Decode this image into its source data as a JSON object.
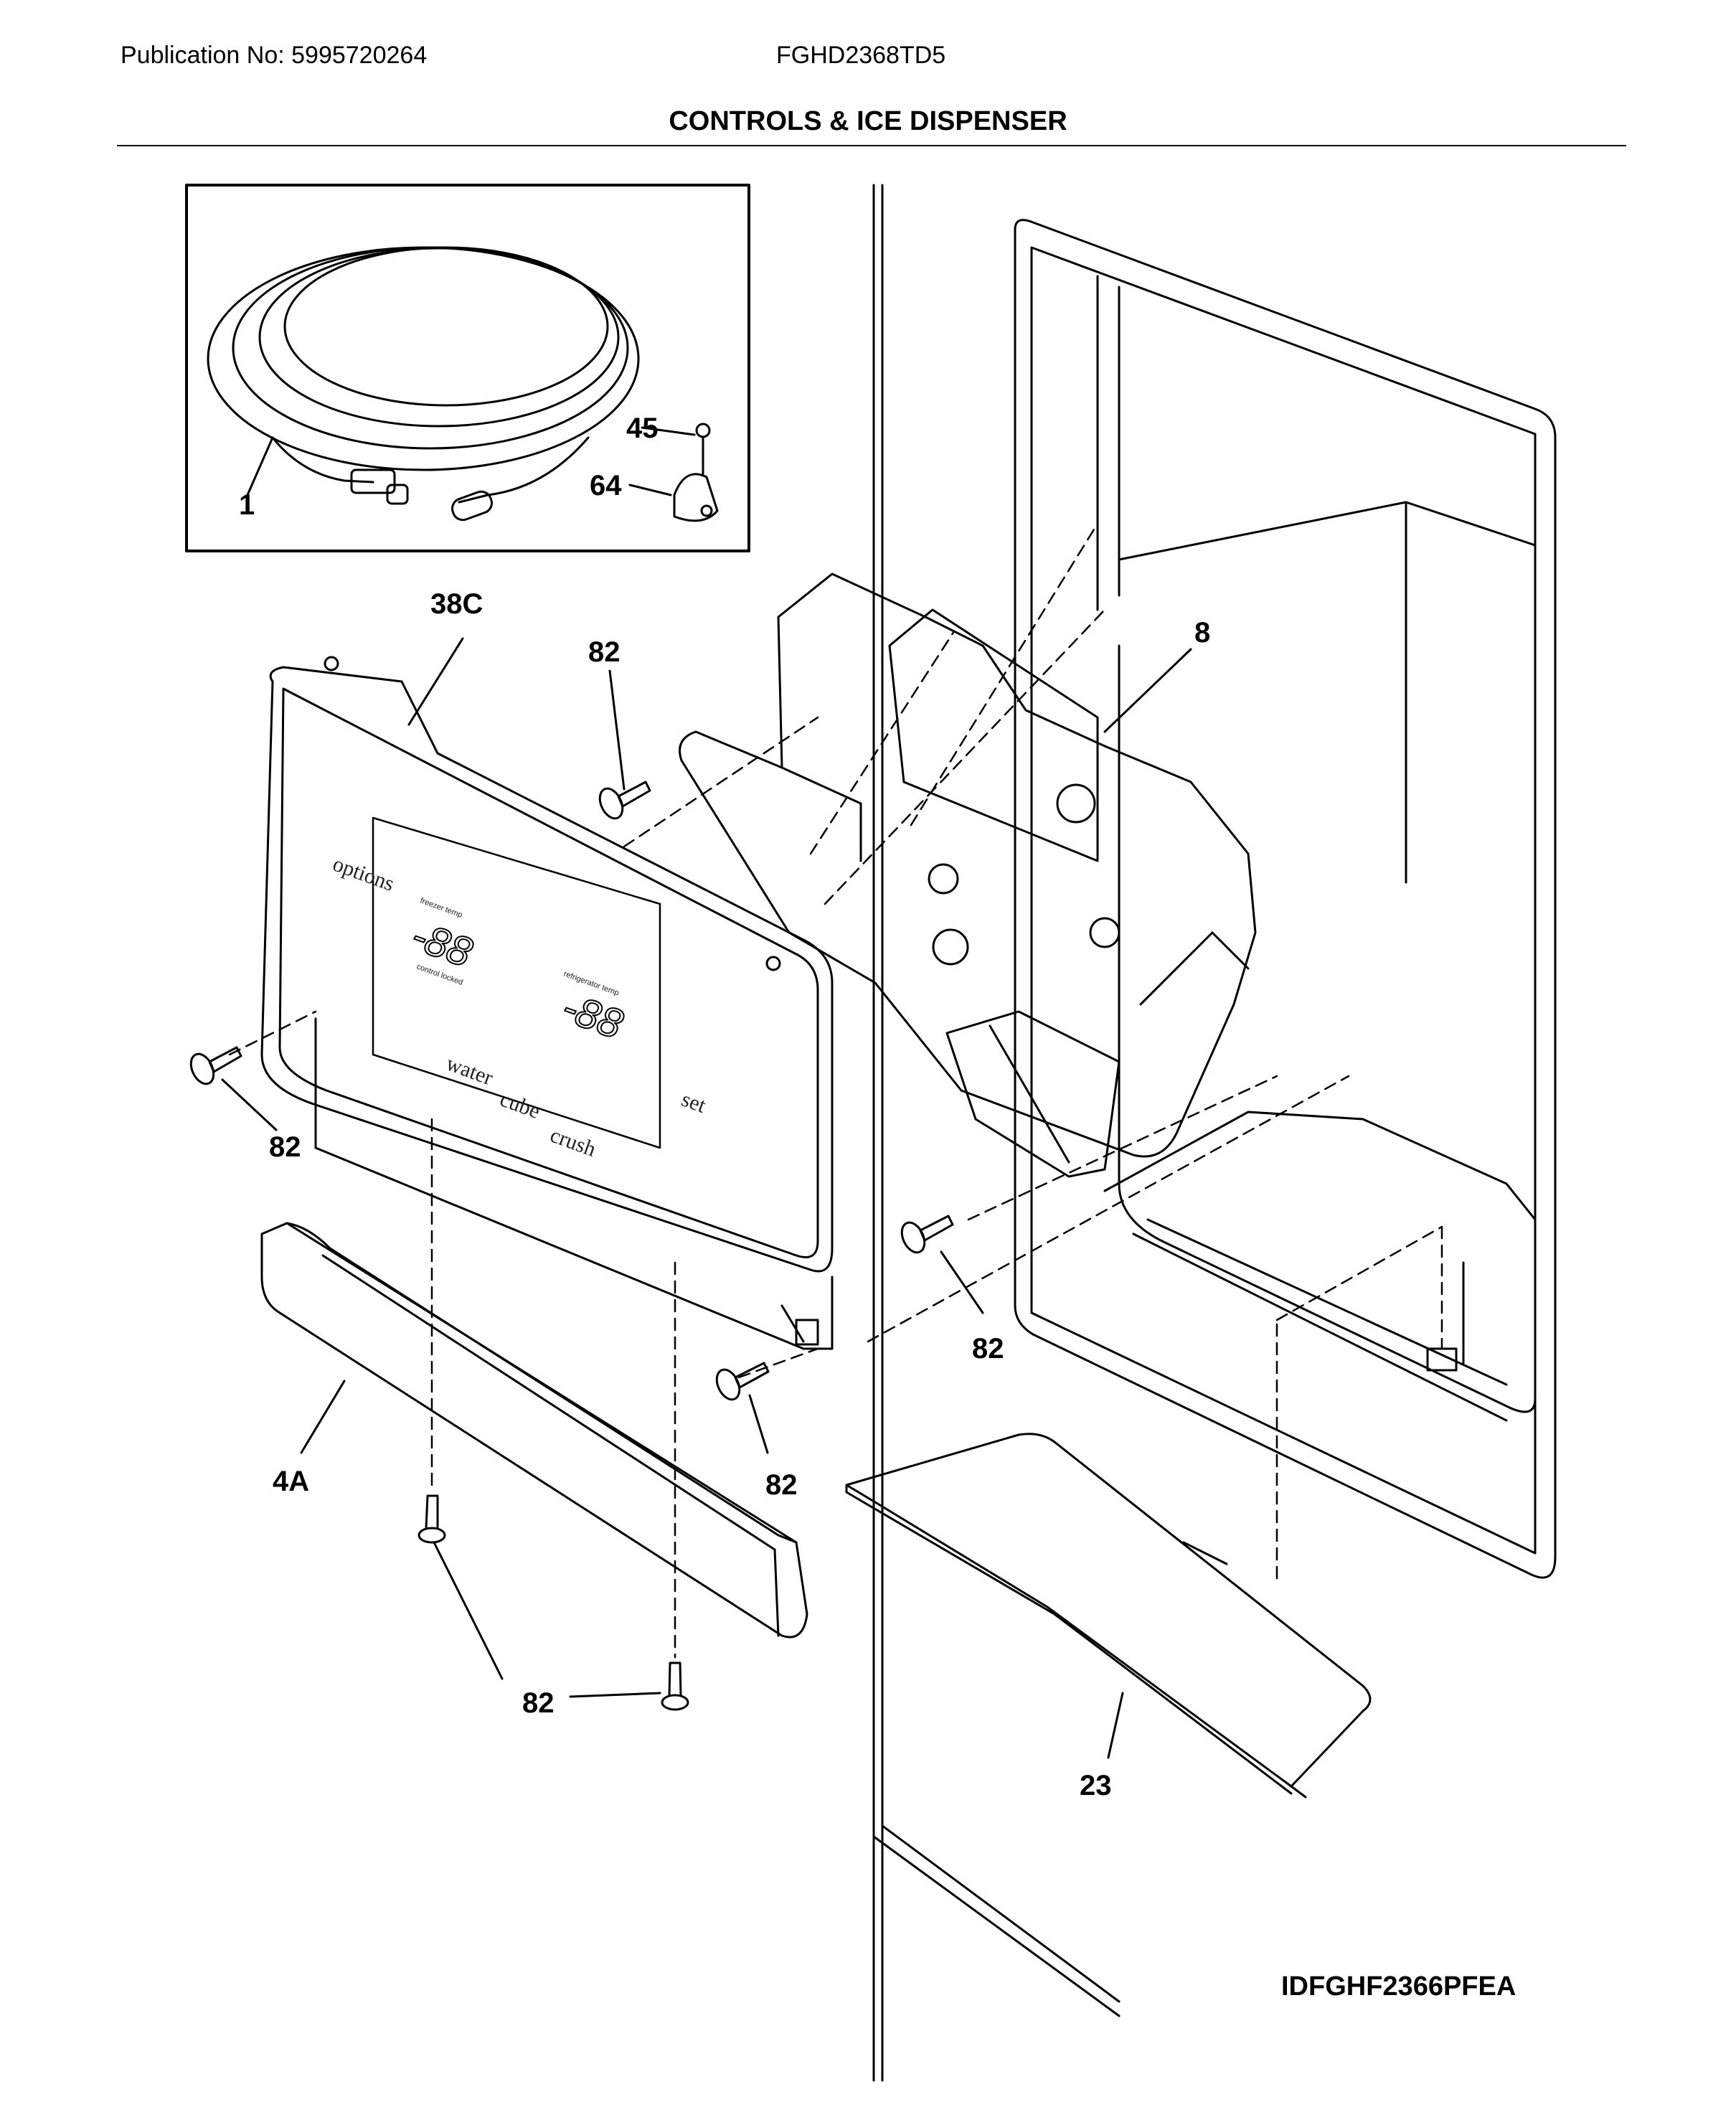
{
  "header": {
    "publication": "Publication No: 5995720264",
    "model": "FGHD2368TD5",
    "title": "CONTROLS & ICE DISPENSER"
  },
  "callouts": {
    "tube": "1",
    "screw_small": "45",
    "clamp": "64",
    "control_panel": "38C",
    "dispenser_housing": "8",
    "trim": "4A",
    "drip_tray": "23",
    "screw": "82"
  },
  "panel_text": {
    "options": "options",
    "water": "water",
    "cube": "cube",
    "crush": "crush",
    "set": "set",
    "freezer_temp": "freezer temp",
    "refrigerator_temp": "refrigerator temp",
    "control_locked": "control locked",
    "digits": "-88"
  },
  "figure_code": "IDFGHF2366PFEA"
}
